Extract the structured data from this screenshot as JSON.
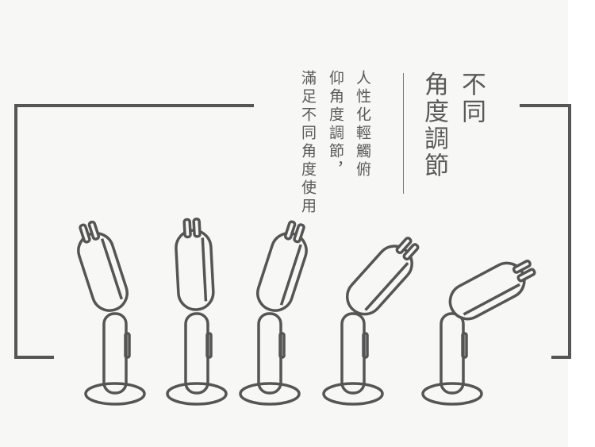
{
  "title": {
    "line1": "不同",
    "line2": "角度調節"
  },
  "description": {
    "line1": "人性化輕觸俯",
    "line2": "仰角度調節，",
    "line3": "滿足不同角度使用"
  },
  "colors": {
    "stroke": "#555555",
    "background": "#f7f7f6"
  },
  "lamp_tilt_degrees": [
    -18,
    -3,
    18,
    42,
    62
  ]
}
